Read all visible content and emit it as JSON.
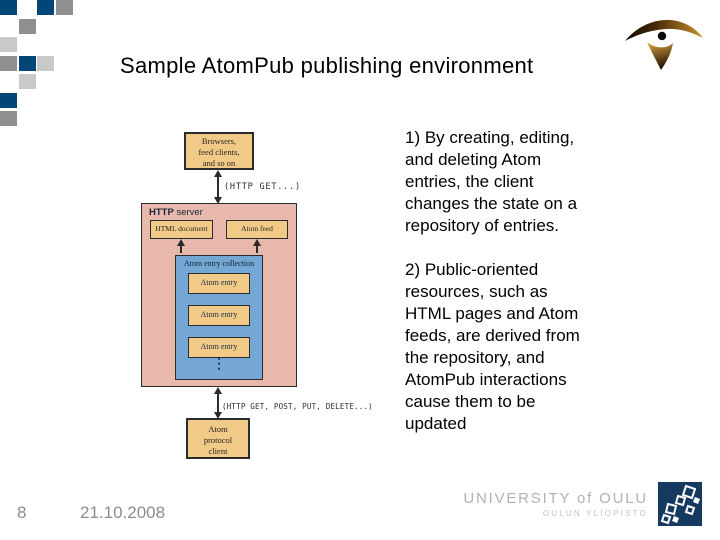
{
  "slide": {
    "title": "Sample AtomPub publishing environment"
  },
  "diagram": {
    "browsers_box": "Browsers,\nfeed clients,\nand so on",
    "http_get_label": "(HTTP GET...)",
    "server_strong": "HTTP",
    "server_rest": " server",
    "html_document_label": "HTML document",
    "atom_feed_label": "Atom feed",
    "collection_label": "Atom entry collection",
    "entries": [
      "Atom entry",
      "Atom entry",
      "Atom entry"
    ],
    "http_methods_label": "(HTTP GET, POST, PUT, DELETE...)",
    "client_box": "Atom\nprotocol\nclient"
  },
  "notes": {
    "para1": "1) By creating, editing,\nand deleting Atom\nentries, the client\nchanges the state on a\nrepository of entries.",
    "para2": "2) Public-oriented\nresources, such as\nHTML pages and Atom\nfeeds, are derived from\nthe repository, and\nAtomPub interactions\ncause them to be\nupdated"
  },
  "footer": {
    "page_number": "8",
    "date": "21.10.2008",
    "university_en": "UNIVERSITY of OULU",
    "university_fi": "OULUN YLIOPISTO"
  },
  "icons": {
    "vertical_ellipsis": "⋮",
    "bird_logo": "oulu-bird-logo",
    "puzzle_logo": "oulu-puzzle-logo"
  },
  "theme": {
    "brand_blue": "#004677",
    "decor_gray": "#8f8f8f",
    "decor_light_gray": "#c9c9c9",
    "diagram_tan": "#f1ca88",
    "diagram_pink": "#e8b8ad",
    "diagram_blue": "#74a7d3",
    "diagram_border": "#2b2b2b",
    "footer_gray": "#8c8c8c",
    "logo_navy": "#16395f",
    "logo_text_gray": "#b2b2b2"
  }
}
